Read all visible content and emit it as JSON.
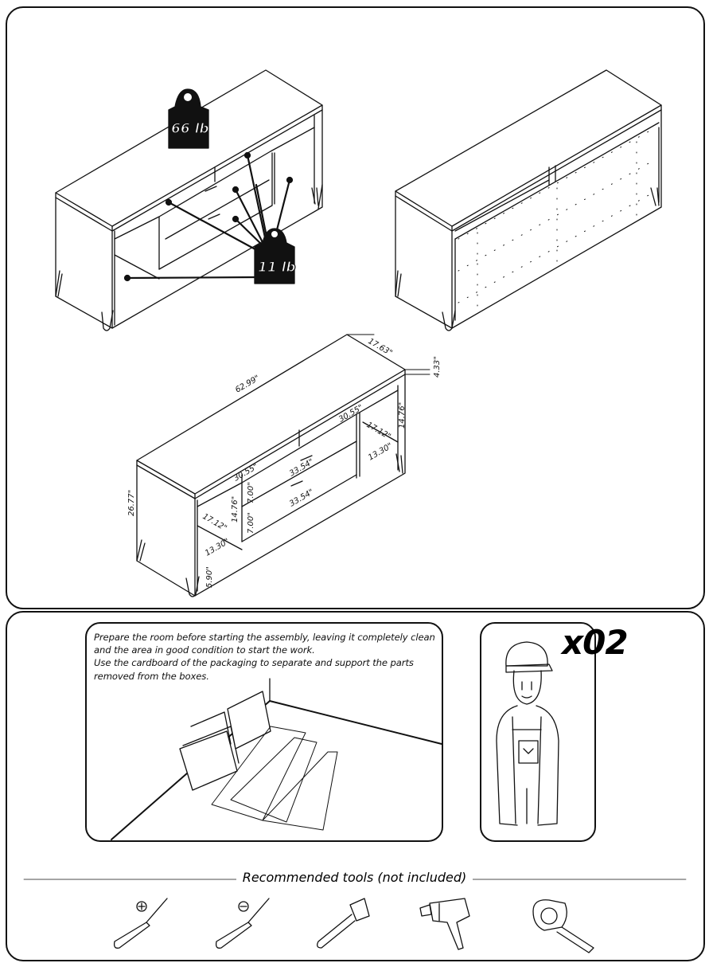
{
  "weights": {
    "top_load": "66 lb",
    "shelf_load": "11 lb"
  },
  "dimensions": {
    "width": "62.99\"",
    "depth": "17.63\"",
    "top_thickness": "4.33\"",
    "height": "26.77\"",
    "leg_height": "5.90\"",
    "top_shelf_left": "30.55\"",
    "top_shelf_right": "30.55\"",
    "drawer_front_1": "33.54\"",
    "drawer_front_2": "33.54\"",
    "drawer_height_1": "7.00\"",
    "drawer_height_2": "7.00\"",
    "left_cubby_height": "14.76\"",
    "left_cubby_depth": "17.12\"",
    "left_cubby_width": "13.30\"",
    "right_cubby_height": "14.76\"",
    "right_cubby_depth": "17.12\"",
    "right_cubby_width": "13.30\""
  },
  "instructions": {
    "line1": "Prepare the room before starting the assembly, leaving it completely clean",
    "line2": "and the area in good condition to start the work.",
    "line3": "Use the cardboard of the packaging to separate and support the parts",
    "line4": "removed from the boxes."
  },
  "assembly": {
    "persons": "x02"
  },
  "tools": {
    "caption": "Recommended tools (not included)",
    "items": [
      "phillips-screwdriver-icon",
      "flat-screwdriver-icon",
      "hammer-icon",
      "drill-icon",
      "tape-measure-icon"
    ]
  }
}
